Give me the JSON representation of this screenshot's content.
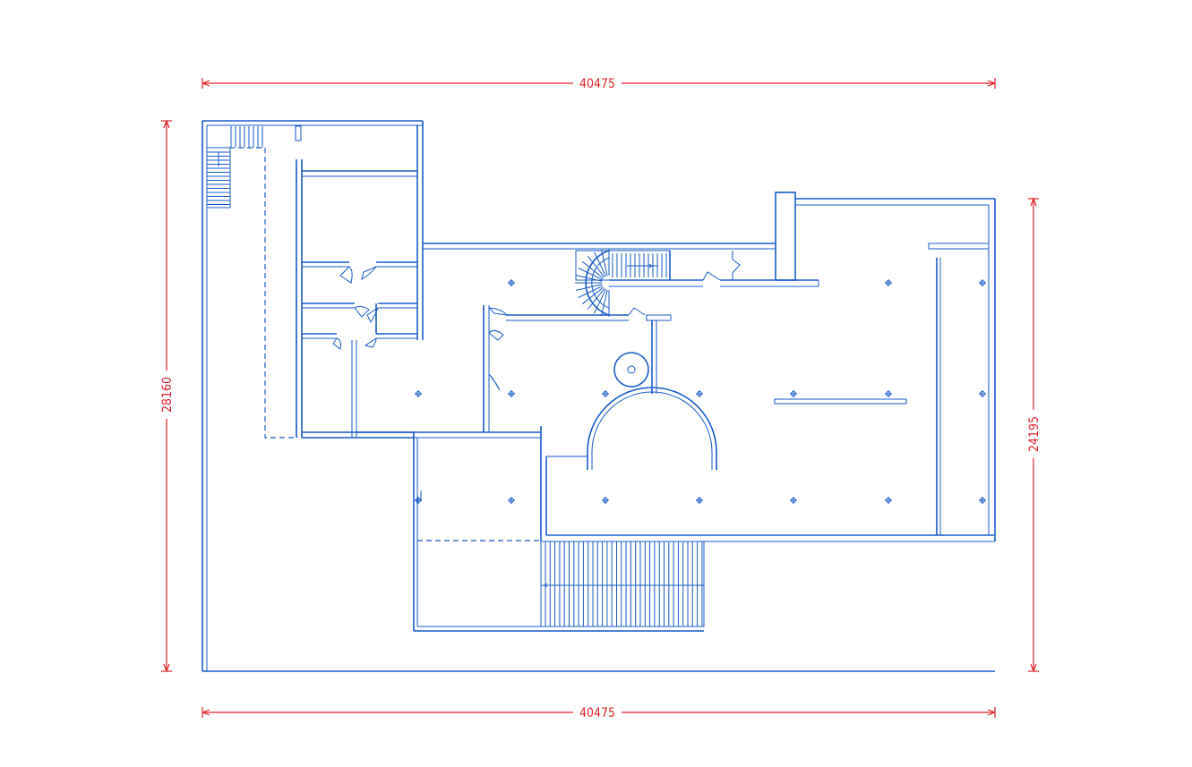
{
  "dimensions": {
    "top_width": "40475",
    "bottom_width": "40475",
    "left_height": "28160",
    "right_height": "24195"
  },
  "colors": {
    "plan_lines": "#1a5cc8",
    "dimension_lines": "#e0242c",
    "background": "#ffffff"
  }
}
